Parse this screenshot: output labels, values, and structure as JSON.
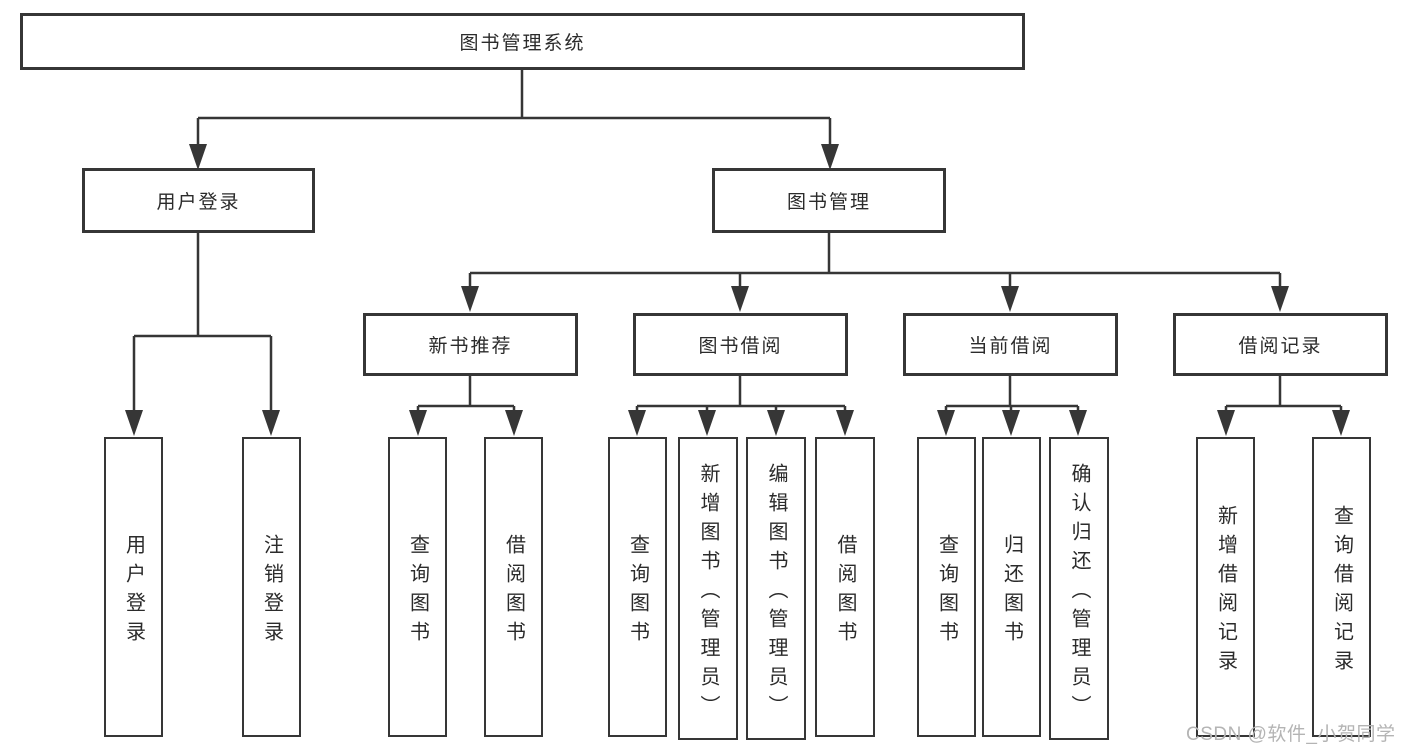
{
  "diagram": {
    "type": "tree",
    "root": {
      "label": "图书管理系统"
    },
    "level2": [
      {
        "label": "用户登录"
      },
      {
        "label": "图书管理"
      }
    ],
    "level3": [
      {
        "label": "新书推荐"
      },
      {
        "label": "图书借阅"
      },
      {
        "label": "当前借阅"
      },
      {
        "label": "借阅记录"
      }
    ],
    "leaves": [
      {
        "label": "用户登录"
      },
      {
        "label": "注销登录"
      },
      {
        "label": "查询图书"
      },
      {
        "label": "借阅图书"
      },
      {
        "label": "查询图书"
      },
      {
        "label": "新增图书（管理员）"
      },
      {
        "label": "编辑图书（管理员）"
      },
      {
        "label": "借阅图书"
      },
      {
        "label": "查询图书"
      },
      {
        "label": "归还图书"
      },
      {
        "label": "确认归还（管理员）"
      },
      {
        "label": "新增借阅记录"
      },
      {
        "label": "查询借阅记录"
      }
    ],
    "hierarchy": {
      "图书管理系统": [
        "用户登录",
        "图书管理"
      ],
      "用户登录": [
        "用户登录",
        "注销登录"
      ],
      "图书管理": [
        "新书推荐",
        "图书借阅",
        "当前借阅",
        "借阅记录"
      ],
      "新书推荐": [
        "查询图书",
        "借阅图书"
      ],
      "图书借阅": [
        "查询图书",
        "新增图书（管理员）",
        "编辑图书（管理员）",
        "借阅图书"
      ],
      "当前借阅": [
        "查询图书",
        "归还图书",
        "确认归还（管理员）"
      ],
      "借阅记录": [
        "新增借阅记录",
        "查询借阅记录"
      ]
    },
    "colors": {
      "line": "#363636",
      "box_border": "#363636",
      "text": "#2b2b2b",
      "background": "#ffffff",
      "watermark": "#b4b4b4"
    }
  },
  "watermark": {
    "text": "CSDN @软件_小贺同学"
  }
}
